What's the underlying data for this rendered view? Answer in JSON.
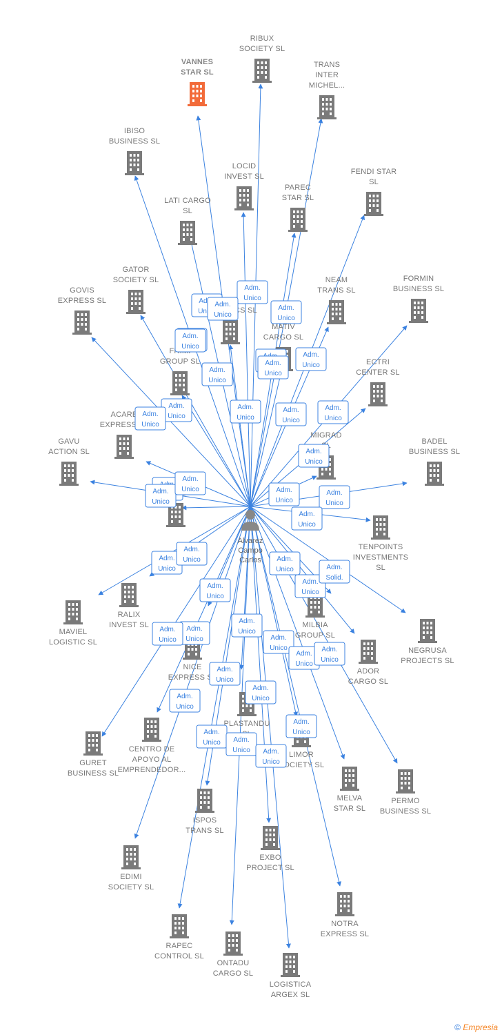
{
  "colors": {
    "edge": "#3b82e0",
    "building": "#7a7a7a",
    "highlight": "#f26b3a",
    "person": "#888888"
  },
  "person": {
    "name": [
      "Alvarez",
      "Campo",
      "Carlos"
    ],
    "icon": "person-icon"
  },
  "role_default": [
    "Adm.",
    "Unico"
  ],
  "role_solid": [
    "Adm.",
    "Solid."
  ],
  "companies": [
    {
      "name": [
        "VANNES",
        "STAR SL"
      ],
      "highlight": true
    },
    {
      "name": [
        "RIBUX",
        "SOCIETY SL"
      ]
    },
    {
      "name": [
        "TRANS",
        "INTER",
        "MICHEL..."
      ]
    },
    {
      "name": [
        "IBISO",
        "BUSINESS SL"
      ]
    },
    {
      "name": [
        "LOCID",
        "INVEST SL"
      ]
    },
    {
      "name": [
        "FENDI STAR",
        "SL"
      ]
    },
    {
      "name": [
        "PAREC",
        "STAR SL"
      ]
    },
    {
      "name": [
        "LATI CARGO",
        "SL"
      ]
    },
    {
      "name": [
        "GATOR",
        "SOCIETY SL"
      ]
    },
    {
      "name": [
        "FORMIN",
        "BUSINESS SL"
      ]
    },
    {
      "name": [
        "GOVIS",
        "EXPRESS SL"
      ]
    },
    {
      "name": [
        "NEAM",
        "TRANS SL"
      ]
    },
    {
      "name": [
        "FRED",
        "LOGISTICS SL"
      ]
    },
    {
      "name": [
        "MATIV",
        "CARGO SL"
      ]
    },
    {
      "name": [
        "FRIMI",
        "GROUP SL"
      ]
    },
    {
      "name": [
        "ECTRI",
        "CENTER SL"
      ]
    },
    {
      "name": [
        "ACARE",
        "EXPRESS SL"
      ]
    },
    {
      "name": [
        "GAVU",
        "ACTION SL"
      ]
    },
    {
      "name": [
        "MIGRAD",
        "SL"
      ]
    },
    {
      "name": [
        "BADEL",
        "BUSINESS SL"
      ]
    },
    {
      "name": [
        "AREL"
      ]
    },
    {
      "name": [
        "TENPOINTS",
        "INVESTMENTS",
        "SL"
      ]
    },
    {
      "name": [
        "RALIX",
        "INVEST SL"
      ]
    },
    {
      "name": [
        "MAVIEL",
        "LOGISTIC SL"
      ]
    },
    {
      "name": [
        "MILBIA",
        "GROUP SL"
      ]
    },
    {
      "name": [
        "NEGRUSA",
        "PROJECTS SL"
      ]
    },
    {
      "name": [
        "NICE",
        "EXPRESS SL"
      ]
    },
    {
      "name": [
        "ADOR",
        "CARGO SL"
      ]
    },
    {
      "name": [
        "PLASTANDU",
        "SL"
      ]
    },
    {
      "name": [
        "CENTRO DE",
        "APOYO AL",
        "EMPRENDEDOR..."
      ]
    },
    {
      "name": [
        "GURET",
        "BUSINESS SL"
      ]
    },
    {
      "name": [
        "LIMOR",
        "SOCIETY SL"
      ]
    },
    {
      "name": [
        "MELVA",
        "STAR SL"
      ]
    },
    {
      "name": [
        "PERMO",
        "BUSINESS SL"
      ]
    },
    {
      "name": [
        "ISPOS",
        "TRANS SL"
      ]
    },
    {
      "name": [
        "EXBO",
        "PROJECT SL"
      ]
    },
    {
      "name": [
        "EDIMI",
        "SOCIETY SL"
      ]
    },
    {
      "name": [
        "NOTRA",
        "EXPRESS SL"
      ]
    },
    {
      "name": [
        "RAPEC",
        "CONTROL SL"
      ]
    },
    {
      "name": [
        "ONTADU",
        "CARGO SL"
      ]
    },
    {
      "name": [
        "LOGISTICA",
        "ARGEX SL"
      ]
    }
  ],
  "credit": {
    "copyright": "©",
    "brand": "Empresia"
  }
}
